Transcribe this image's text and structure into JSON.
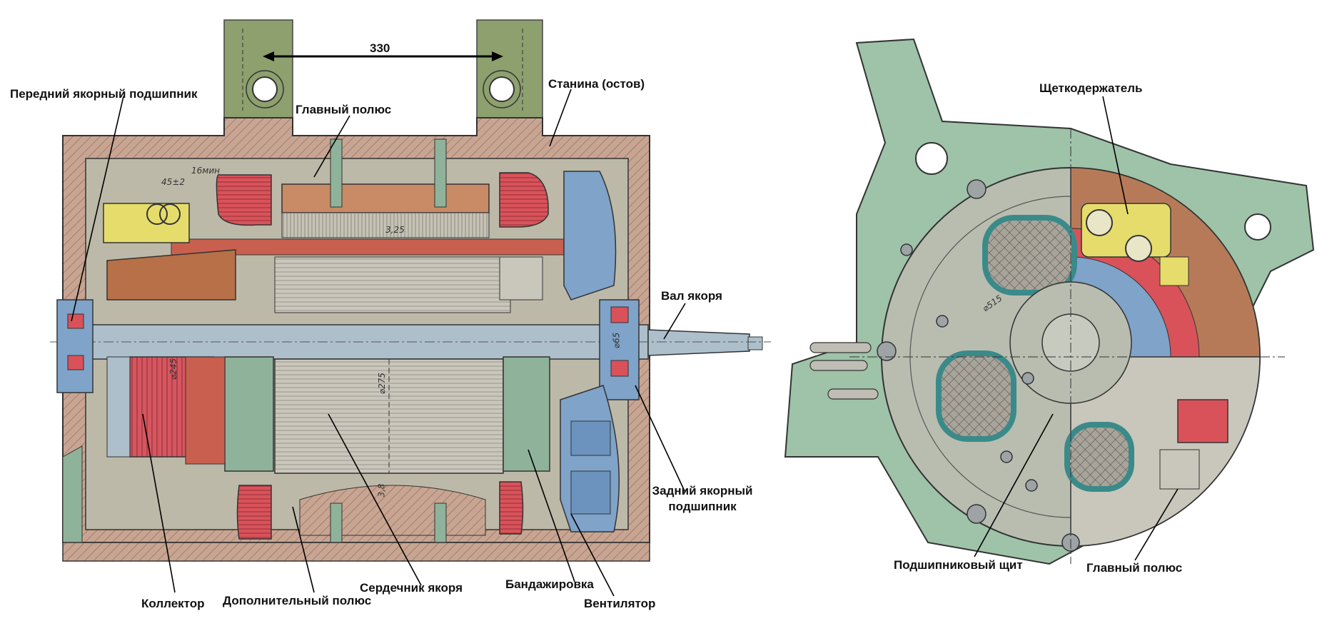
{
  "labels": {
    "dim_330": "330",
    "front_bearing": "Передний якорный подшипник",
    "frame": "Станина (остов)",
    "main_pole_left": "Главный полюс",
    "shaft": "Вал якоря",
    "rear_bearing_l1": "Задний якорный",
    "rear_bearing_l2": "подшипник",
    "collector": "Коллектор",
    "aux_pole": "Дополнительный полюс",
    "armature_core": "Сердечник якоря",
    "banding": "Бандажировка",
    "fan": "Вентилятор",
    "brush_holder": "Щеткодержатель",
    "bearing_shield": "Подшипниковый щит",
    "main_pole_right": "Главный полюс"
  },
  "dimensions": {
    "d_245": "⌀245",
    "d_275": "⌀275",
    "d_65": "⌀65",
    "d_515": "⌀515",
    "h_3_25": "3,25",
    "h_3_8": "3,8",
    "gap_45": "45±2",
    "gap_16": "16мин"
  },
  "colors": {
    "body": "#b8b4a3",
    "frame_hatch": "#c49a86",
    "coil_red": "#d9525a",
    "copper": "#c98a4a",
    "green": "#8fb39a",
    "blue": "#7fa3c9",
    "yellow": "#e6dc6b",
    "shaft": "#aebfcc",
    "lugs": "#8da06e"
  }
}
